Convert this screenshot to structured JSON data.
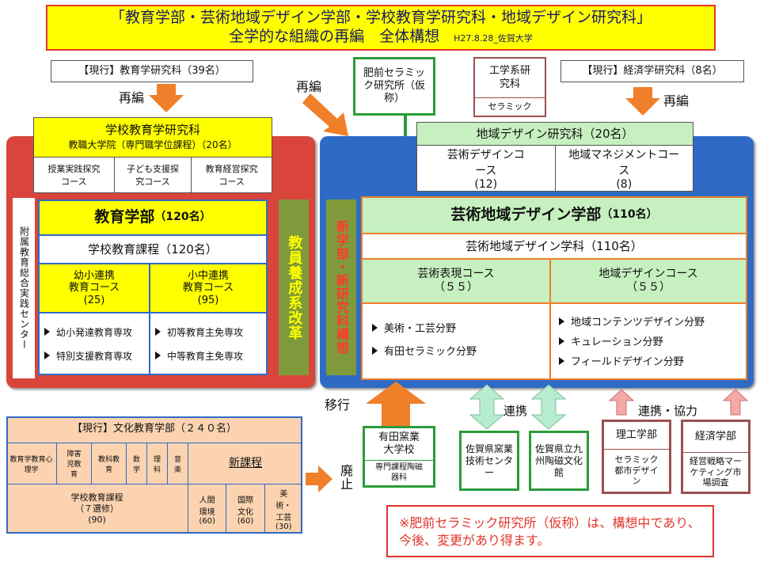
{
  "title": {
    "line1": "「教育学部・芸術地域デザイン学部・学校教育学研究科・地域デザイン研究科」",
    "line2": "全学的な組織の再編　全体構想",
    "date": "H27.8.28_佐賀大学"
  },
  "current_edu_grad": "【現行】教育学研究科（39名）",
  "current_econ_grad": "【現行】経済学研究科（8名）",
  "reorg_label_left": "再編",
  "reorg_label_mid": "再編",
  "reorg_label_right": "再編",
  "hizen_institute": "肥前セラミック研究所（仮称）",
  "eng_grad": {
    "title": "工学系研究科",
    "sub": "セラミック"
  },
  "school_grad": {
    "title": "学校教育学研究科",
    "sub": "教職大学院（専門職学位課程）（20名）",
    "courses": [
      "授業実践探究コース",
      "子ども支援探究コース",
      "教育経営探究コース"
    ]
  },
  "regional_grad": {
    "title": "地域デザイン研究科（20名）",
    "courses": [
      {
        "name": "芸術デザインコース",
        "count": "(12)"
      },
      {
        "name": "地域マネジメントコース",
        "count": "(8)"
      }
    ]
  },
  "attached_center": "附属教育総合実践センター",
  "edu_faculty": {
    "title": "教育学部",
    "count": "（120名）",
    "program": "学校教育課程（120名）",
    "courses": [
      {
        "name1": "幼小連携",
        "name2": "教育コース",
        "count": "(25)",
        "majors": [
          "幼小発達教育専攻",
          "特別支援教育専攻"
        ]
      },
      {
        "name1": "小中連携",
        "name2": "教育コース",
        "count": "(95)",
        "majors": [
          "初等教育主免専攻",
          "中等教育主免専攻"
        ]
      }
    ]
  },
  "teacher_reform": "教員養成系改革",
  "new_faculty_plan": "新学部・新研究科構想",
  "art_faculty": {
    "title": "芸術地域デザイン学部",
    "count": "（110名）",
    "dept": "芸術地域デザイン学科（110名）",
    "courses": [
      {
        "name": "芸術表現コース",
        "count": "（５５）",
        "fields": [
          "美術・工芸分野",
          "有田セラミック分野"
        ]
      },
      {
        "name": "地域デザインコース",
        "count": "（５５）",
        "fields": [
          "地域コンテンツデザイン分野",
          "キュレーション分野",
          "フィールドデザイン分野"
        ]
      }
    ]
  },
  "transition_label": "移行",
  "collab_label": "連携",
  "collab2_label": "連携・協力",
  "current_culture": {
    "title": "【現行】文化教育学部（２４０名）",
    "subs": [
      "教育学教育心理学",
      "障害児教育",
      "教科教育",
      "数学",
      "理科",
      "音楽"
    ],
    "new_program": "新課程",
    "school_prog": "学校教育課程",
    "school_prog_sub": "（７選修）",
    "school_prog_count": "(90)",
    "new_courses": [
      {
        "name": "人間環境",
        "count": "(60)"
      },
      {
        "name": "国際文化",
        "count": "(60)"
      },
      {
        "name": "美術・工芸",
        "count": "(30)"
      }
    ]
  },
  "abolish_label": "廃止",
  "arita": {
    "title": "有田窯業大学校",
    "sub": "専門課程陶磁器科"
  },
  "saga_ceramic": "佐賀県窯業技術センター",
  "kyushu_museum": "佐賀県立九州陶磁文化館",
  "sci_eng": {
    "title": "理工学部",
    "sub": "セラミック都市デザイン"
  },
  "econ": {
    "title": "経済学部",
    "sub": "経営戦略マーケティング市場調査"
  },
  "note": "※肥前セラミック研究所（仮称）は、構想中であり、今後、変更があり得ます。",
  "colors": {
    "red": "#d9453b",
    "blue": "#2f6bc5",
    "yellow": "#ffff00",
    "lightgreen": "#c7f0c0",
    "olive": "#7f9a3a",
    "orange": "#f07f2a",
    "peach": "#fbd3b0",
    "mint": "#b7ecd0"
  }
}
